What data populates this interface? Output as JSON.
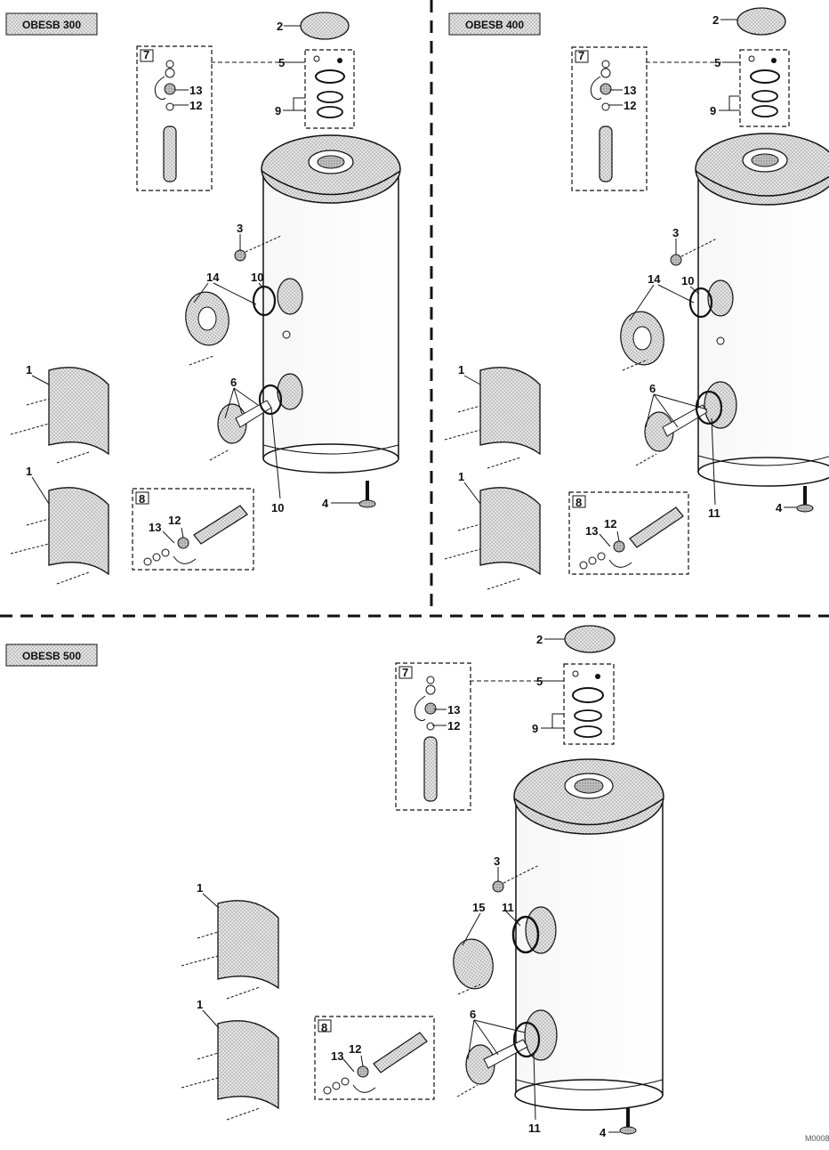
{
  "models": [
    {
      "id": "obesb300",
      "label": "OBESB 300"
    },
    {
      "id": "obesb400",
      "label": "OBESB 400"
    },
    {
      "id": "obesb500",
      "label": "OBESB 500"
    }
  ],
  "callouts": {
    "c1": "1",
    "c2": "2",
    "c3": "3",
    "c4": "4",
    "c5": "5",
    "c6": "6",
    "c7": "7",
    "c8": "8",
    "c9": "9",
    "c10": "10",
    "c11": "11",
    "c12": "12",
    "c13": "13",
    "c14": "14",
    "c15": "15"
  },
  "ref_code": "M0008",
  "colors": {
    "line": "#111111",
    "panel_fill": "#bdbdbd",
    "stipple": "#9a9a9a",
    "label_bg": "#d9d9d9",
    "background": "#ffffff"
  }
}
